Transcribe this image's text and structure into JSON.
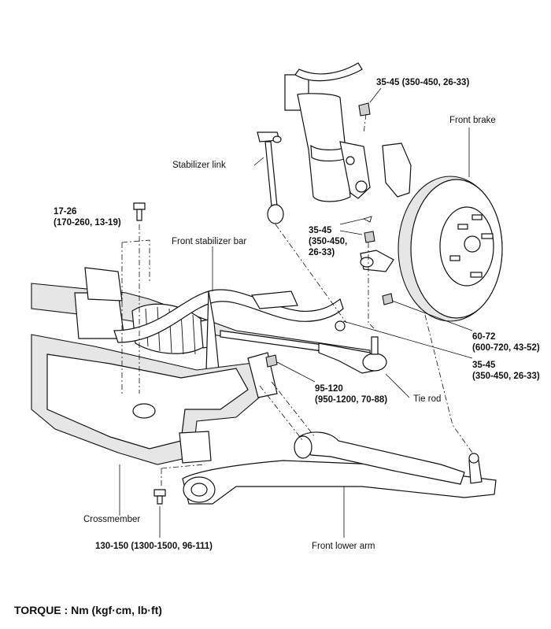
{
  "labels": {
    "front_brake": "Front brake",
    "stabilizer_link": "Stabilizer link",
    "front_stabilizer_bar": "Front stabilizer bar",
    "tie_rod": "Tie rod",
    "crossmember": "Crossmember",
    "front_lower_arm": "Front lower arm"
  },
  "torques": {
    "link_nut_top": "35-45 (350-450, 26-33)",
    "subframe_bolt": [
      "17-26",
      "(170-260, 13-19)"
    ],
    "link_nut_lower": [
      "35-45",
      "(350-450,",
      "26-33)"
    ],
    "caliper": [
      "60-72",
      "(600-720, 43-52)"
    ],
    "tie_rod_end": [
      "35-45",
      "(350-450, 26-33)"
    ],
    "stabilizer_bracket": [
      "95-120",
      "(950-1200, 70-88)"
    ],
    "lower_arm_bolt": "130-150 (1300-1500, 96-111)"
  },
  "footer": {
    "torque_units": "TORQUE : Nm (kgf·cm, lb·ft)"
  }
}
